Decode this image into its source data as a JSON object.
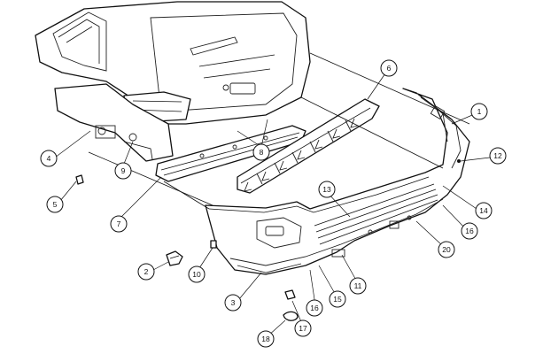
{
  "callouts": [
    {
      "id": "c1",
      "label": "1"
    },
    {
      "id": "c2",
      "label": "2"
    },
    {
      "id": "c3",
      "label": "3"
    },
    {
      "id": "c4",
      "label": "4"
    },
    {
      "id": "c5",
      "label": "5"
    },
    {
      "id": "c6",
      "label": "6"
    },
    {
      "id": "c7",
      "label": "7"
    },
    {
      "id": "c8",
      "label": "8"
    },
    {
      "id": "c9",
      "label": "9"
    },
    {
      "id": "c10",
      "label": "10"
    },
    {
      "id": "c11",
      "label": "11"
    },
    {
      "id": "c12",
      "label": "12"
    },
    {
      "id": "c13",
      "label": "13"
    },
    {
      "id": "c14",
      "label": "14"
    },
    {
      "id": "c15",
      "label": "15"
    },
    {
      "id": "c16a",
      "label": "16"
    },
    {
      "id": "c16b",
      "label": "16"
    },
    {
      "id": "c17",
      "label": "17"
    },
    {
      "id": "c18",
      "label": "18"
    },
    {
      "id": "c20",
      "label": "20"
    }
  ]
}
